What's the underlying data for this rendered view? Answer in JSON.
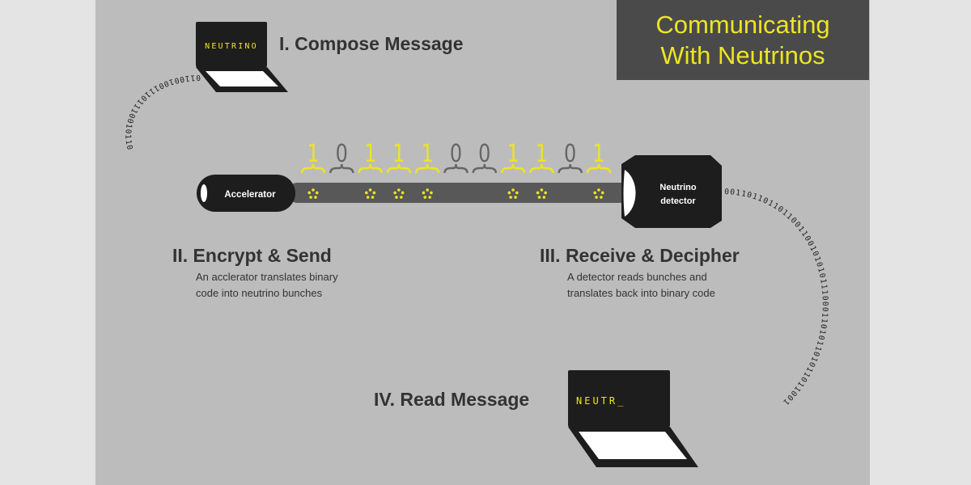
{
  "title": {
    "line1": "Communicating",
    "line2": "With Neutrinos"
  },
  "steps": [
    {
      "heading": "I. Compose Message"
    },
    {
      "heading": "II. Encrypt & Send",
      "desc1": "An acclerator translates binary",
      "desc2": "code into neutrino bunches"
    },
    {
      "heading": "III. Receive & Decipher",
      "desc1": "A detector reads bunches and",
      "desc2": "translates back into binary code"
    },
    {
      "heading": "IV. Read Message"
    }
  ],
  "laptop_top": {
    "screen_text": "NEUTRINO"
  },
  "laptop_bottom": {
    "screen_text": "NEUTR_"
  },
  "accelerator": {
    "label": "Accelerator"
  },
  "detector": {
    "label1": "Neutrino",
    "label2": "detector"
  },
  "bits": [
    "1",
    "0",
    "1",
    "1",
    "1",
    "0",
    "0",
    "1",
    "1",
    "0",
    "1"
  ],
  "binary_stream_1": "0110010011101110010110",
  "binary_stream_2": "0011011011011001100101010111000110101101011011001",
  "colors": {
    "background": "#bcbcbd",
    "title_bg": "#4a4a4a",
    "accent_yellow": "#ece522",
    "dark": "#1d1d1d",
    "beam": "#585858",
    "bit_off": "#666666",
    "text": "#333333"
  }
}
